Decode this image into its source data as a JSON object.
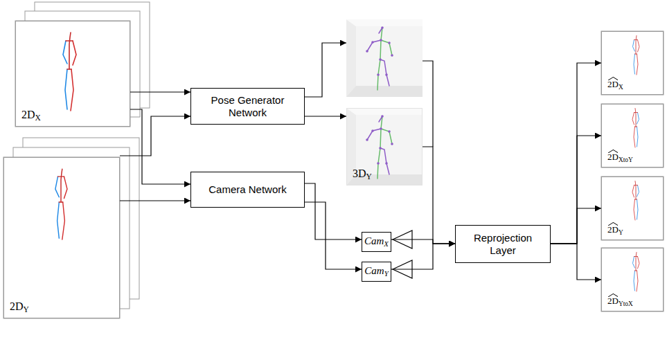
{
  "diagram": {
    "nodes": [
      {
        "text": [
          "2DX"
        ]
      },
      {
        "text": [
          "2DY"
        ]
      },
      {
        "text": [
          "Pose Generator Network"
        ]
      },
      {
        "text": [
          "Camera Network"
        ]
      },
      {
        "text": [
          "3DY"
        ]
      },
      {
        "text": [
          "CamX"
        ]
      },
      {
        "text": [
          "CamY"
        ]
      },
      {
        "text": [
          "Reprojection Layer"
        ]
      },
      {
        "text": [
          "2DX"
        ]
      },
      {
        "text": [
          "2DXtoY"
        ]
      },
      {
        "text": [
          "2DY"
        ]
      },
      {
        "text": [
          "2DYtoX"
        ]
      }
    ],
    "edges": [
      {
        "from": 0,
        "to": 2,
        "arrow": "to"
      },
      {
        "from": 1,
        "to": 2,
        "arrow": "to"
      },
      {
        "from": 0,
        "to": 3,
        "arrow": "to"
      },
      {
        "from": 1,
        "to": 3,
        "arrow": "to"
      },
      {
        "from": 2,
        "to": 4,
        "arrow": "to"
      },
      {
        "from": 3,
        "to": 5,
        "arrow": "to"
      },
      {
        "from": 3,
        "to": 6,
        "arrow": "to"
      },
      {
        "from": 4,
        "to": 7,
        "arrow": "to"
      },
      {
        "from": 5,
        "to": 7,
        "arrow": "to"
      },
      {
        "from": 6,
        "to": 7,
        "arrow": "to"
      },
      {
        "from": 7,
        "to": 8,
        "arrow": "to"
      },
      {
        "from": 7,
        "to": 9,
        "arrow": "to"
      },
      {
        "from": 7,
        "to": 10,
        "arrow": "to"
      },
      {
        "from": 7,
        "to": 11,
        "arrow": "to"
      }
    ]
  }
}
